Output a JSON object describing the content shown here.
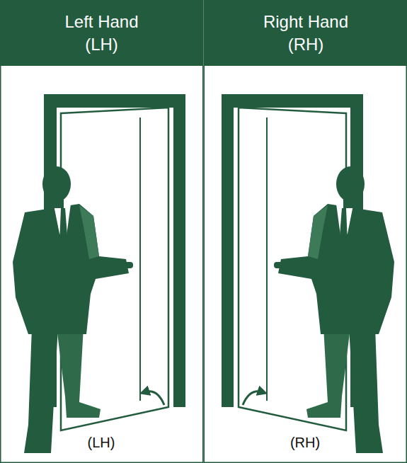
{
  "diagram": {
    "nodes": [
      {
        "text": [
          "Left Hand (LH)"
        ]
      },
      {
        "text": [
          "Right Hand (RH)"
        ]
      }
    ],
    "labels": [
      "(LH)",
      "(RH)"
    ]
  }
}
